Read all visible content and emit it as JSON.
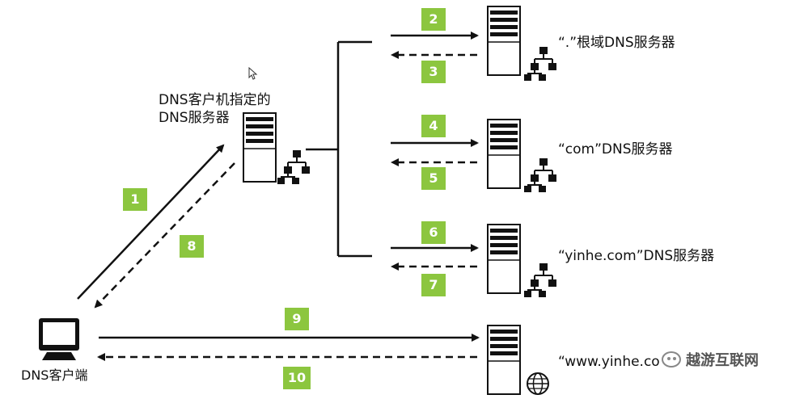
{
  "labels": {
    "local_server": "DNS客户机指定的\nDNS服务器",
    "root_server": "“.”根域DNS服务器",
    "com_server": "“com”DNS服务器",
    "yinhe_server": "“yinhe.com”DNS服务器",
    "www_server": "“www.yinhe.co",
    "client": "DNS客户端"
  },
  "steps": [
    "1",
    "2",
    "3",
    "4",
    "5",
    "6",
    "7",
    "8",
    "9",
    "10"
  ],
  "watermark": "越游互联网",
  "colors": {
    "badge": "#8cc63f",
    "line": "#111111"
  },
  "icons": {
    "server": "server-tower-icon",
    "network": "network-tree-icon",
    "globe": "globe-icon",
    "monitor": "monitor-icon"
  }
}
